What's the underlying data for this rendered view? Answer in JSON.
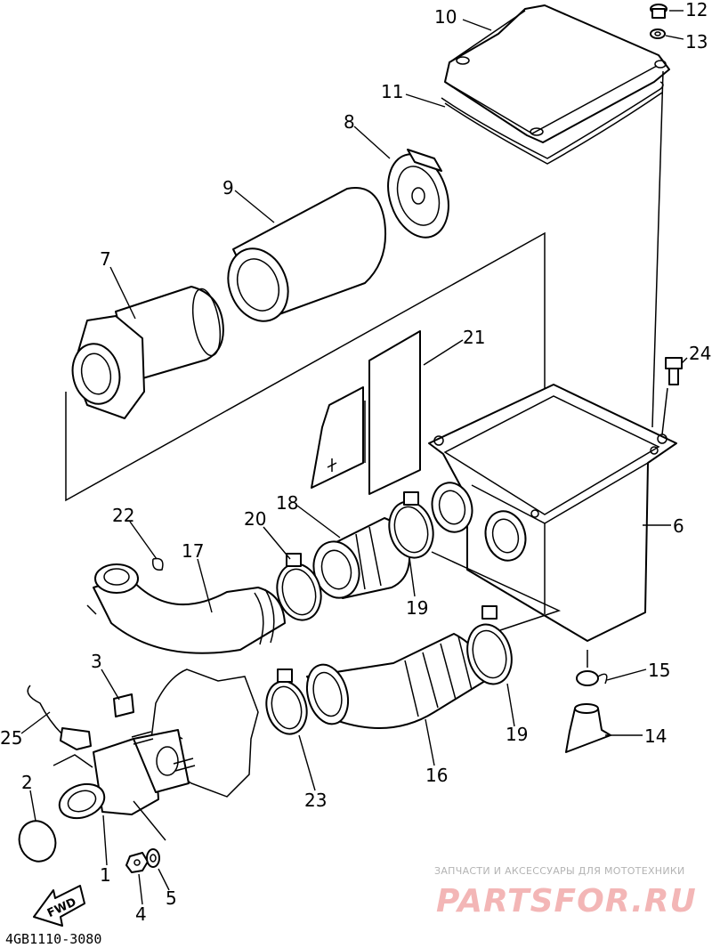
{
  "diagram_code": "4GB1110-3080",
  "watermark": {
    "caption": "ЗАПЧАСТИ И АКСЕССУАРЫ ДЛЯ МОТОТЕХНИКИ",
    "logo": "PARTSFOR.RU"
  },
  "fwd_label": "FWD",
  "callouts": {
    "p1": "1",
    "p2": "2",
    "p3": "3",
    "p4": "4",
    "p5": "5",
    "p6": "6",
    "p7": "7",
    "p8": "8",
    "p9": "9",
    "p10": "10",
    "p11": "11",
    "p12": "12",
    "p13": "13",
    "p14": "14",
    "p15": "15",
    "p16": "16",
    "p17": "17",
    "p18": "18",
    "p19a": "19",
    "p19b": "19",
    "p20": "20",
    "p21": "21",
    "p22": "22",
    "p23": "23",
    "p24": "24",
    "p25": "25"
  }
}
